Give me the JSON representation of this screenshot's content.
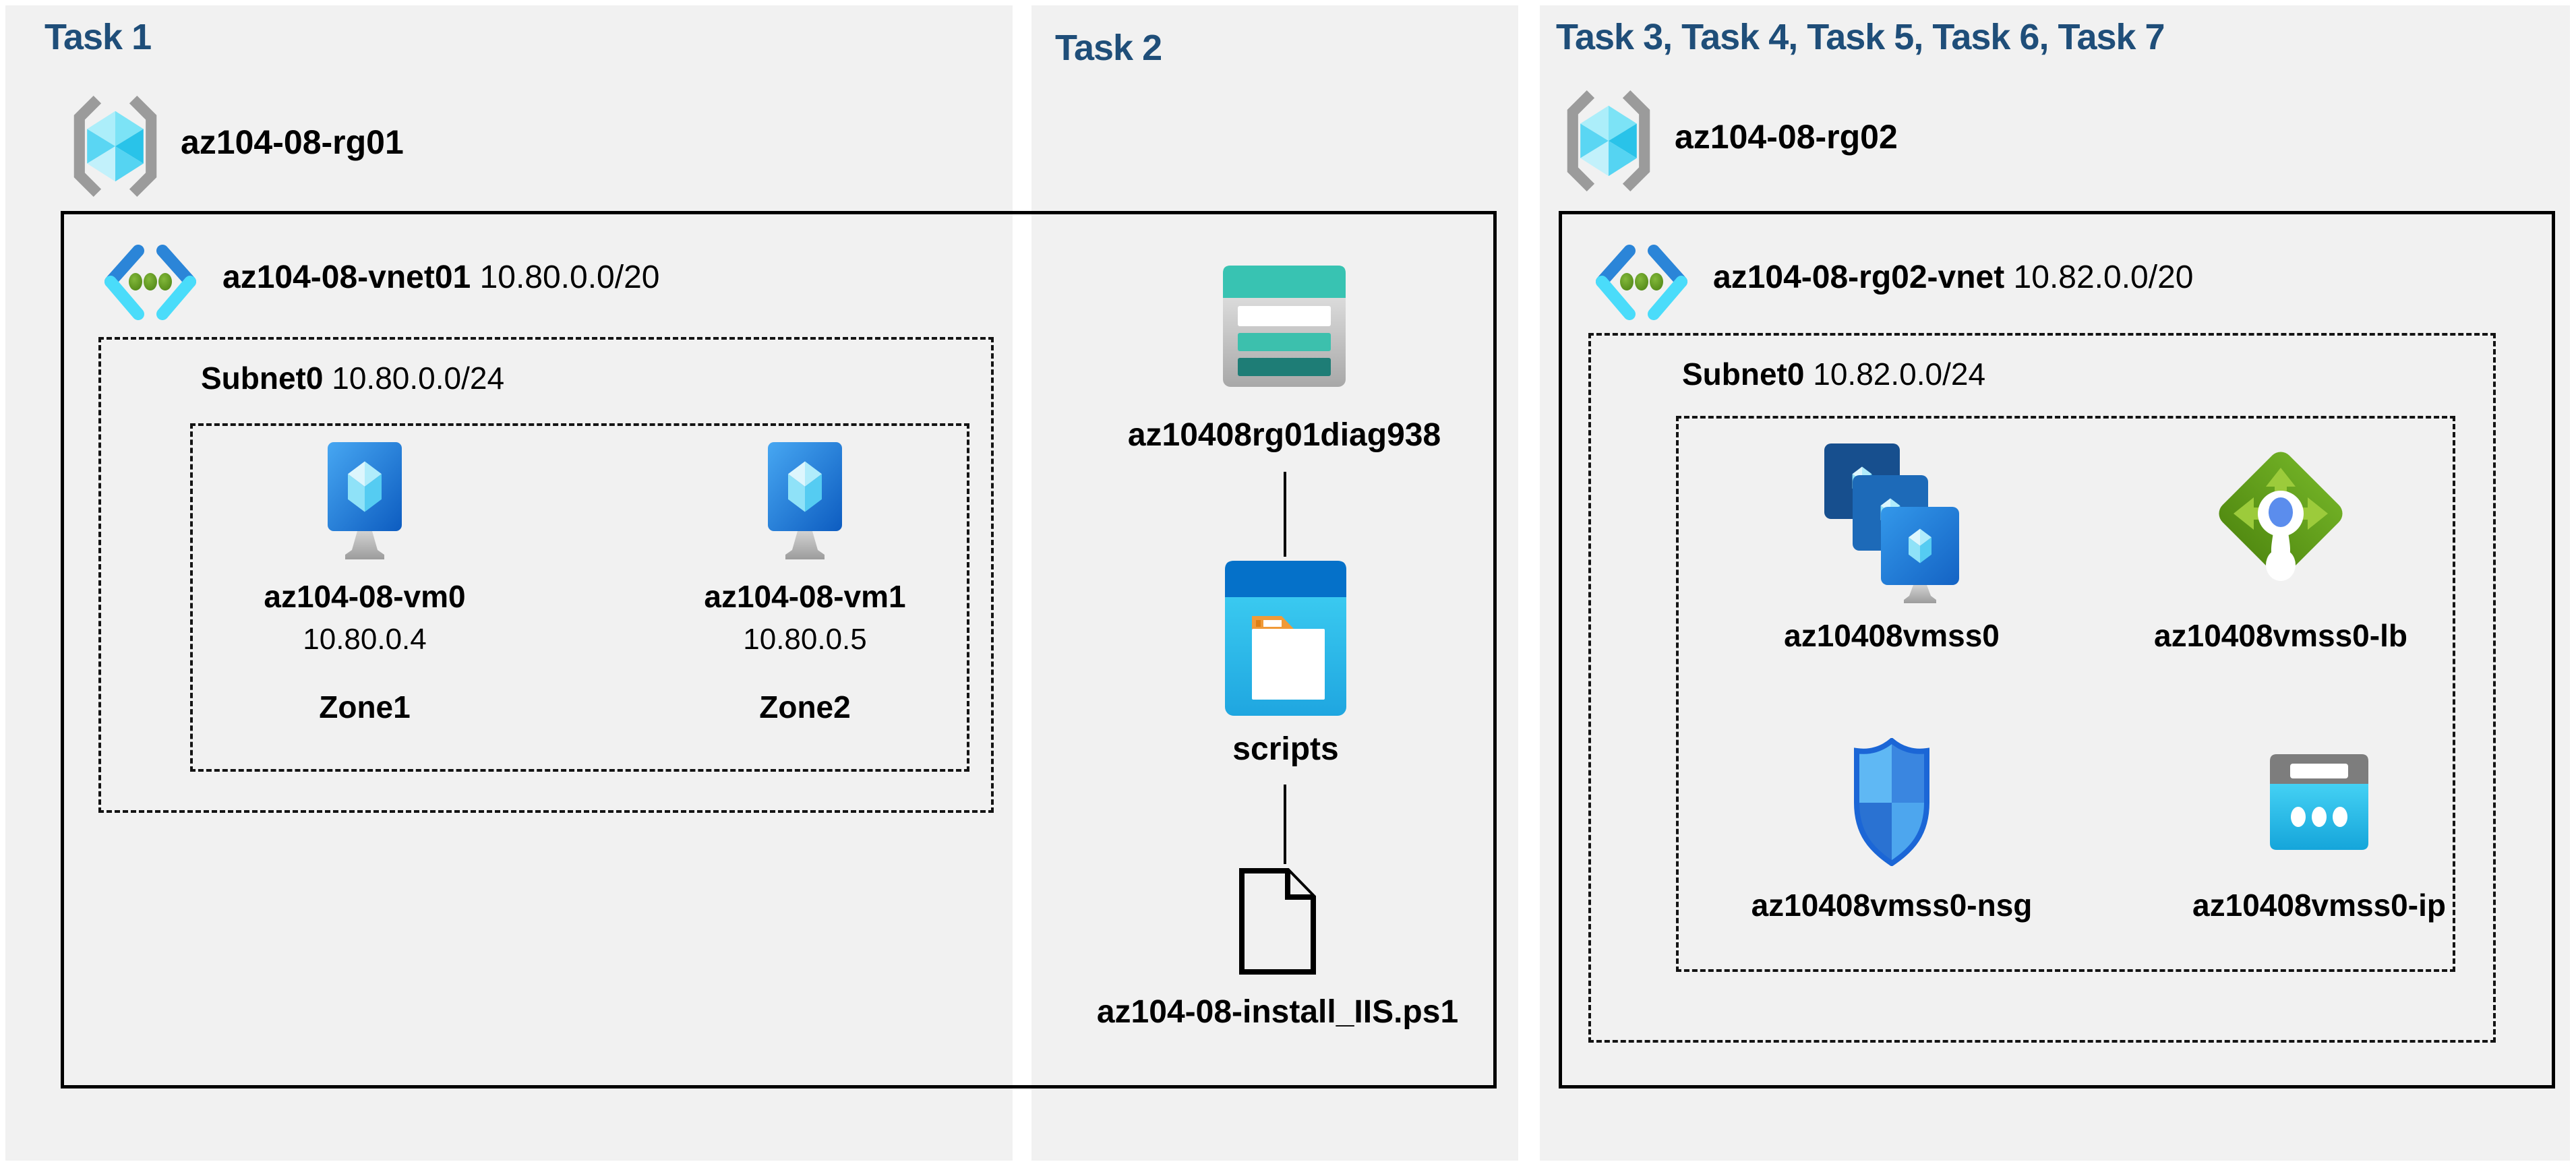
{
  "colors": {
    "panel_background": "#f1f1f1",
    "title_blue": "#1f4e79",
    "text_black": "#000000",
    "vnet_chevron_blue": "#2b85d8",
    "vnet_chevron_cyan": "#4adcfa",
    "vnet_dot_green": "#5f9b1d",
    "vm_monitor_blue": "#1668c8",
    "storage_teal": "#38c3b2",
    "container_header_blue": "#0571c9",
    "folder_orange": "#f09a38",
    "load_balancer_green": "#67a51f",
    "nsg_shield_blue": "#3a86e0",
    "public_ip_cyan": "#2fc3ee",
    "bracket_gray": "#9b9b9b"
  },
  "icons": {
    "resource_group": "resource-group-icon",
    "virtual_network": "vnet-icon",
    "virtual_machine": "vm-icon",
    "storage_account": "storage-account-icon",
    "blob_container": "blob-container-icon",
    "script_file": "file-icon",
    "vm_scale_set": "vmss-icon",
    "load_balancer": "load-balancer-icon",
    "network_security_group": "nsg-icon",
    "public_ip": "public-ip-icon"
  },
  "task1": {
    "title": "Task 1",
    "resource_group": "az104-08-rg01",
    "vnet_name": "az104-08-vnet01",
    "vnet_cidr": "10.80.0.0/20",
    "subnet_name": "Subnet0",
    "subnet_cidr": "10.80.0.0/24",
    "vm0": {
      "name": "az104-08-vm0",
      "ip": "10.80.0.4",
      "zone": "Zone1"
    },
    "vm1": {
      "name": "az104-08-vm1",
      "ip": "10.80.0.5",
      "zone": "Zone2"
    }
  },
  "task2": {
    "title": "Task 2",
    "storage_account": "az10408rg01diag938",
    "container": "scripts",
    "script_file": "az104-08-install_IIS.ps1"
  },
  "task3": {
    "title": "Task 3, Task 4, Task 5, Task 6, Task 7",
    "resource_group": "az104-08-rg02",
    "vnet_name": "az104-08-rg02-vnet",
    "vnet_cidr": "10.82.0.0/20",
    "subnet_name": "Subnet0",
    "subnet_cidr": "10.82.0.0/24",
    "vmss": "az10408vmss0",
    "load_balancer": "az10408vmss0-lb",
    "nsg": "az10408vmss0-nsg",
    "public_ip": "az10408vmss0-ip"
  }
}
